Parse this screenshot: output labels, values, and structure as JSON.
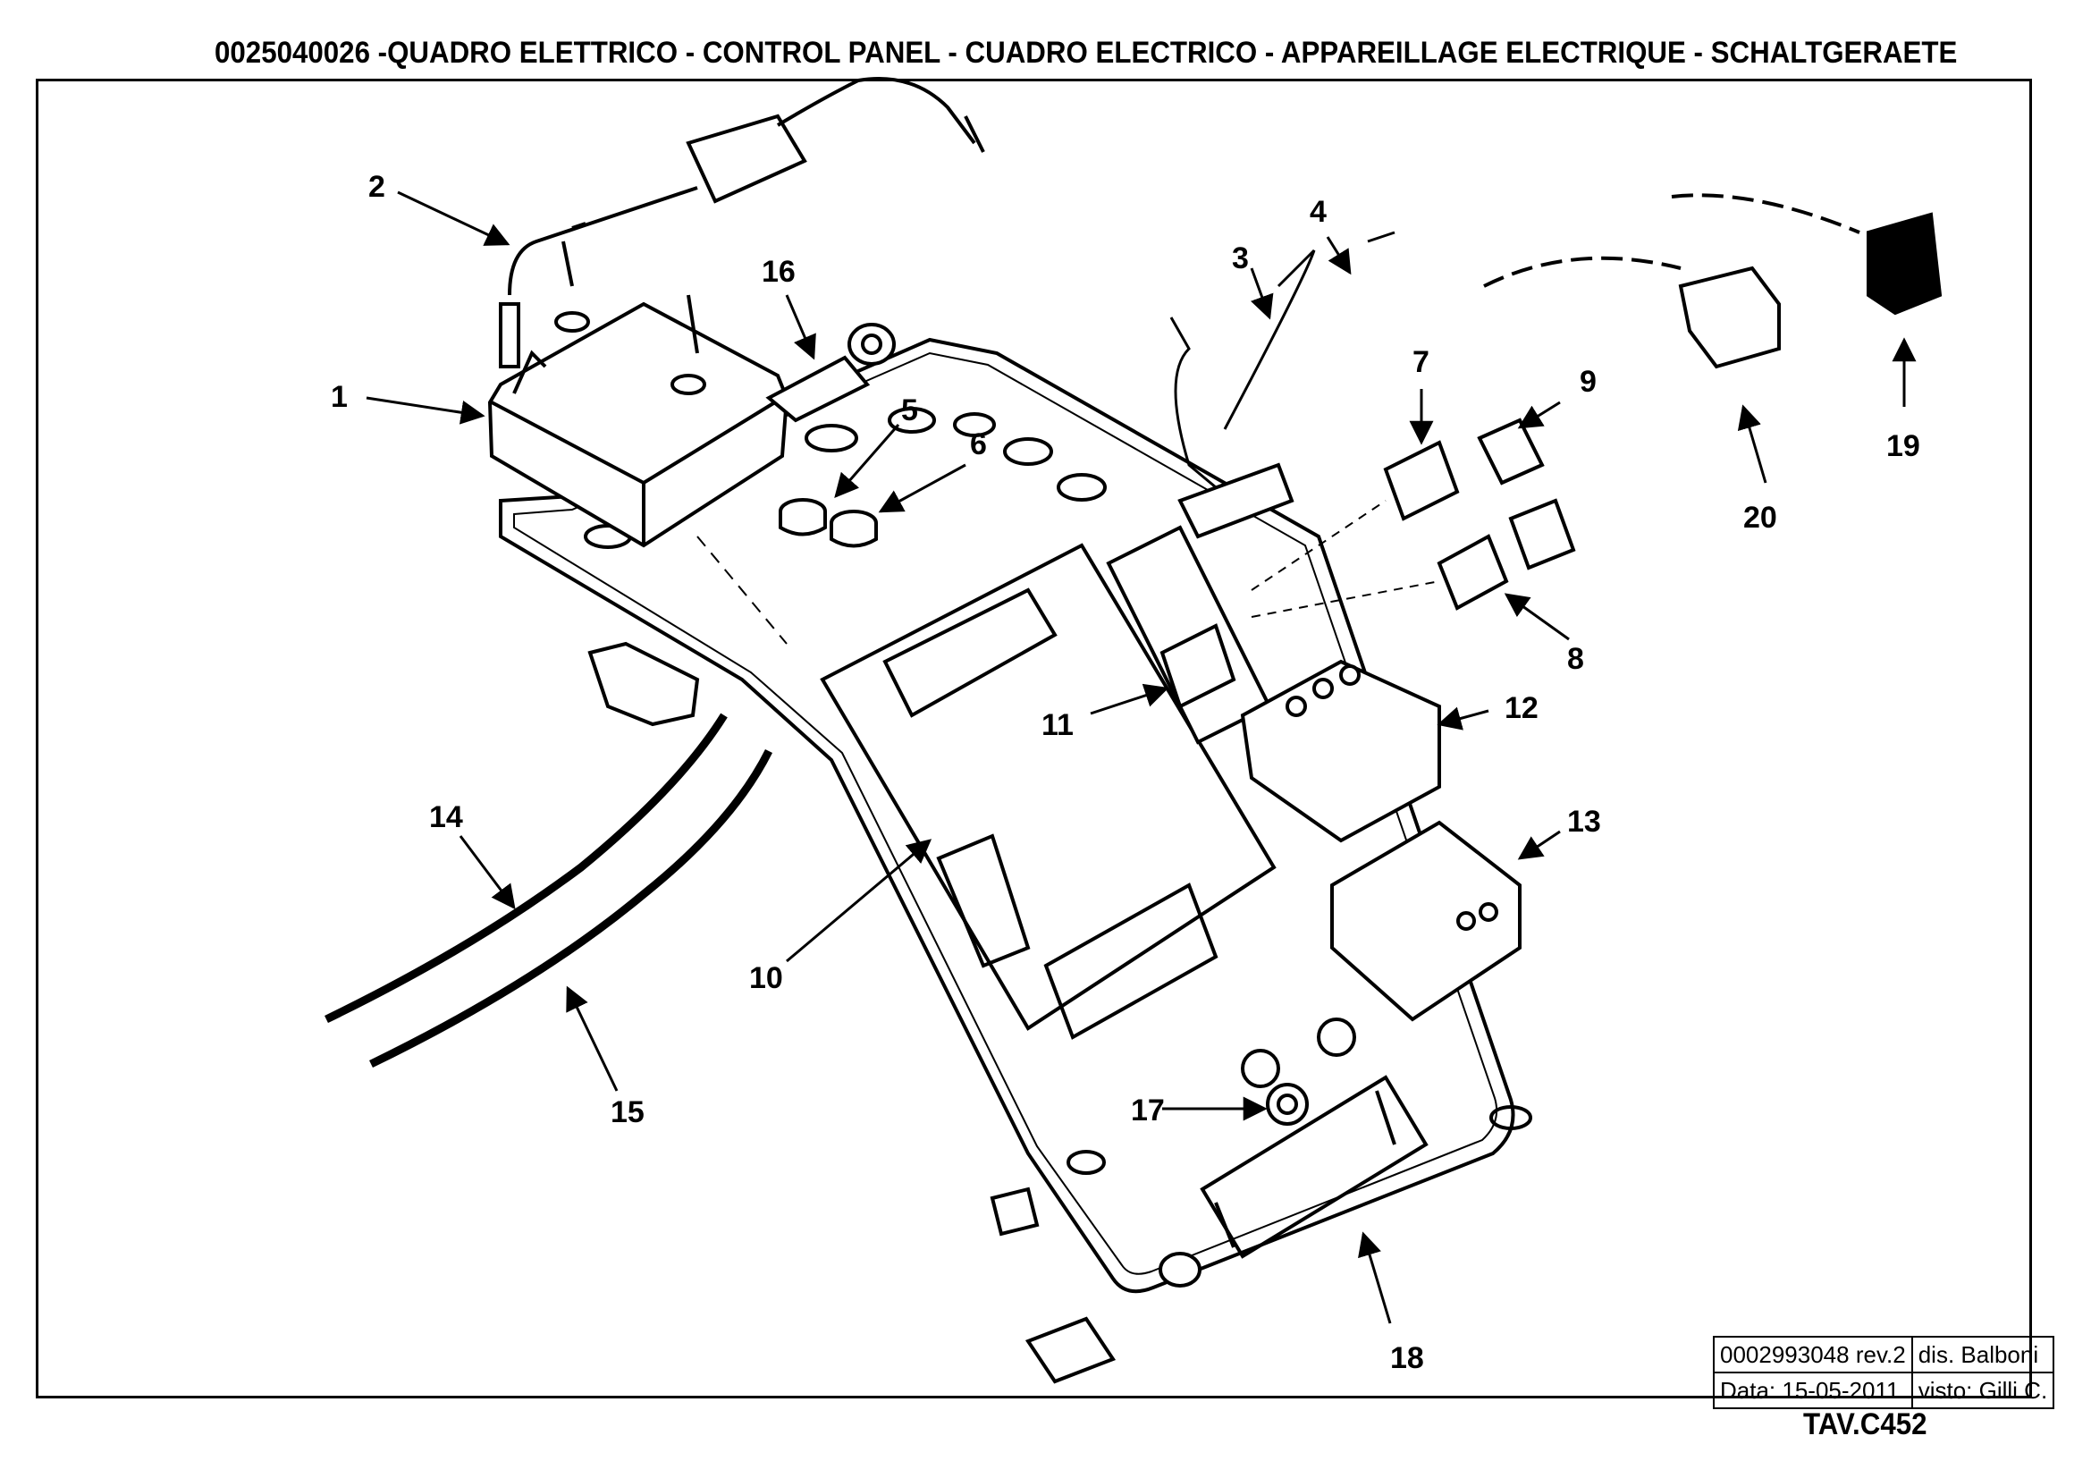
{
  "title": "0025040026 -QUADRO ELETTRICO - CONTROL PANEL - CUADRO ELECTRICO - APPAREILLAGE ELECTRIQUE - SCHALTGERAETE",
  "callouts": [
    {
      "num": "1"
    },
    {
      "num": "2"
    },
    {
      "num": "3"
    },
    {
      "num": "4"
    },
    {
      "num": "5"
    },
    {
      "num": "6"
    },
    {
      "num": "7"
    },
    {
      "num": "8"
    },
    {
      "num": "9"
    },
    {
      "num": "10"
    },
    {
      "num": "11"
    },
    {
      "num": "12"
    },
    {
      "num": "13"
    },
    {
      "num": "14"
    },
    {
      "num": "15"
    },
    {
      "num": "16"
    },
    {
      "num": "17"
    },
    {
      "num": "18"
    },
    {
      "num": "19"
    },
    {
      "num": "20"
    }
  ],
  "title_block": {
    "drawing_number": "0002993048 rev.2",
    "designer": "dis. Balboni",
    "date": "Data: 15-05-2011",
    "checked": "visto: Gilli C."
  },
  "sheet_code": "TAV.C452"
}
